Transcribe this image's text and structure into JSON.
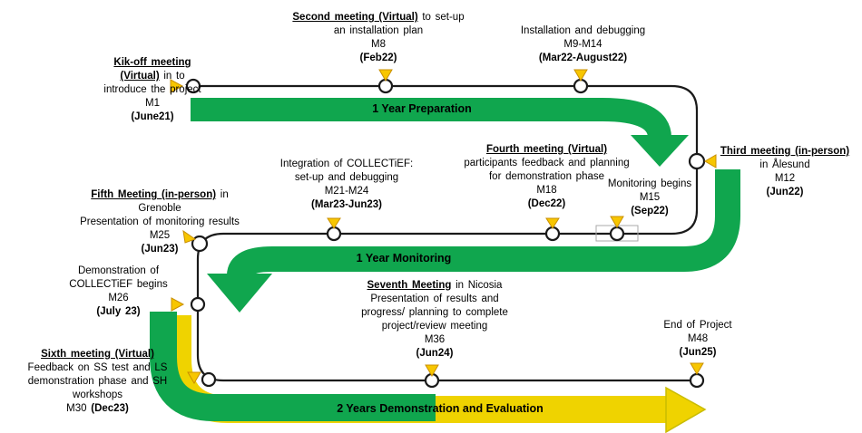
{
  "diagram": {
    "phase_labels": {
      "preparation": "1 Year Preparation",
      "monitoring": "1 Year Monitoring",
      "demonstration": "2 Years Demonstration and Evaluation"
    },
    "colors": {
      "green": "#10A64E",
      "yellow": "#EFD300",
      "marker_yellow": "#F7C600",
      "line": "#1A1A1A"
    },
    "icons": {
      "milestone-marker-icon": "white circle on timeline",
      "pointer-triangle-icon": "small yellow triangle pointing at milestone",
      "phase-arrow-icon": "thick bent arrow showing project phase flow"
    },
    "milestones": [
      {
        "name": "kickoff-meeting",
        "lines": [
          [
            [
              "u",
              "Kik-off meeting"
            ]
          ],
          [
            [
              "u",
              "(Virtual)"
            ],
            [
              "r",
              " in to"
            ]
          ],
          [
            [
              "r",
              "introduce the project"
            ]
          ],
          [
            [
              "r",
              "M1"
            ]
          ],
          [
            [
              "b",
              "(June21)"
            ]
          ]
        ]
      },
      {
        "name": "second-meeting",
        "lines": [
          [
            [
              "u",
              "Second meeting (Virtual)"
            ],
            [
              "r",
              " to set-up"
            ]
          ],
          [
            [
              "r",
              "an installation plan"
            ]
          ],
          [
            [
              "r",
              "M8"
            ]
          ],
          [
            [
              "b",
              "(Feb22)"
            ]
          ]
        ]
      },
      {
        "name": "installation-debugging",
        "lines": [
          [
            [
              "r",
              "Installation and debugging"
            ]
          ],
          [
            [
              "r",
              "M9-M14"
            ]
          ],
          [
            [
              "b",
              "(Mar22-August22)"
            ]
          ]
        ]
      },
      {
        "name": "third-meeting",
        "lines": [
          [
            [
              "u",
              "Third meeting (in-person)"
            ]
          ],
          [
            [
              "r",
              "in Ålesund"
            ]
          ],
          [
            [
              "r",
              "M12"
            ]
          ],
          [
            [
              "b",
              "(Jun22)"
            ]
          ]
        ]
      },
      {
        "name": "fourth-meeting",
        "lines": [
          [
            [
              "u",
              "Fourth meeting (Virtual)"
            ]
          ],
          [
            [
              "r",
              "participants feedback and planning"
            ]
          ],
          [
            [
              "r",
              "for demonstration phase"
            ]
          ],
          [
            [
              "r",
              "M18"
            ]
          ],
          [
            [
              "b",
              "(Dec22)"
            ]
          ]
        ]
      },
      {
        "name": "monitoring-begins",
        "lines": [
          [
            [
              "r",
              "Monitoring begins"
            ]
          ],
          [
            [
              "r",
              "M15"
            ]
          ],
          [
            [
              "b",
              "(Sep22)"
            ]
          ]
        ]
      },
      {
        "name": "integration",
        "lines": [
          [
            [
              "r",
              "Integration of COLLECTiEF:"
            ]
          ],
          [
            [
              "r",
              "set-up and debugging"
            ]
          ],
          [
            [
              "r",
              "M21-M24"
            ]
          ],
          [
            [
              "b",
              "(Mar23-Jun23)"
            ]
          ]
        ]
      },
      {
        "name": "fifth-meeting",
        "lines": [
          [
            [
              "u",
              "Fifth Meeting (in-person)"
            ],
            [
              "r",
              " in"
            ]
          ],
          [
            [
              "r",
              "Grenoble"
            ]
          ],
          [
            [
              "r",
              "Presentation of monitoring results"
            ]
          ],
          [
            [
              "r",
              "M25"
            ]
          ],
          [
            [
              "b",
              "(Jun23)"
            ]
          ]
        ]
      },
      {
        "name": "demonstration-begins",
        "lines": [
          [
            [
              "r",
              "Demonstration of"
            ]
          ],
          [
            [
              "r",
              "COLLECTiEF begins"
            ]
          ],
          [
            [
              "r",
              "M26"
            ]
          ],
          [
            [
              "b",
              "(July 23)"
            ]
          ]
        ]
      },
      {
        "name": "sixth-meeting",
        "lines": [
          [
            [
              "u",
              "Sixth meeting (Virtual)"
            ]
          ],
          [
            [
              "r",
              "Feedback on SS test and LS"
            ]
          ],
          [
            [
              "r",
              "demonstration phase and SH"
            ]
          ],
          [
            [
              "r",
              "workshops"
            ]
          ],
          [
            [
              "r",
              "M30 "
            ],
            [
              "b",
              "(Dec23)"
            ]
          ]
        ]
      },
      {
        "name": "seventh-meeting",
        "lines": [
          [
            [
              "u",
              "Seventh Meeting"
            ],
            [
              "r",
              " in Nicosia"
            ]
          ],
          [
            [
              "r",
              "Presentation of results and"
            ]
          ],
          [
            [
              "r",
              "progress/ planning to complete"
            ]
          ],
          [
            [
              "r",
              "project/review meeting"
            ]
          ],
          [
            [
              "r",
              "M36"
            ]
          ],
          [
            [
              "b",
              "(Jun24)"
            ]
          ]
        ]
      },
      {
        "name": "end-of-project",
        "lines": [
          [
            [
              "r",
              "End of Project"
            ]
          ],
          [
            [
              "r",
              "M48"
            ]
          ],
          [
            [
              "b",
              "(Jun25)"
            ]
          ]
        ]
      }
    ]
  }
}
